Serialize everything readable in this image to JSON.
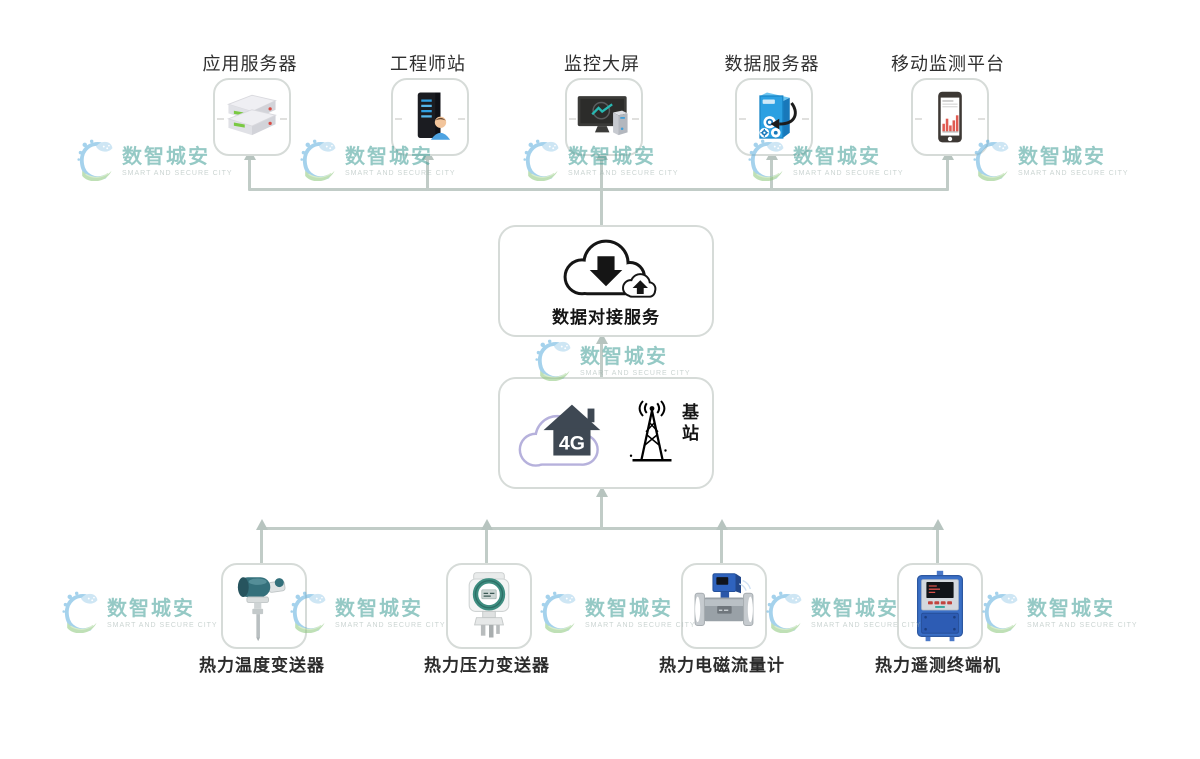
{
  "top_nodes": [
    {
      "label": "应用服务器",
      "icon": "application-server-icon"
    },
    {
      "label": "工程师站",
      "icon": "engineer-station-icon"
    },
    {
      "label": "监控大屏",
      "icon": "monitoring-screen-icon"
    },
    {
      "label": "数据服务器",
      "icon": "data-server-icon"
    },
    {
      "label": "移动监测平台",
      "icon": "mobile-platform-icon"
    }
  ],
  "cloud_service": {
    "label": "数据对接服务",
    "icon": "cloud-data-exchange-icon"
  },
  "base_station": {
    "network": "4G",
    "label": "基站",
    "icon": "cloud-4g-tower-icon"
  },
  "devices": [
    {
      "label": "热力温度变送器",
      "icon": "temperature-transmitter-image"
    },
    {
      "label": "热力压力变送器",
      "icon": "pressure-transmitter-image"
    },
    {
      "label": "热力电磁流量计",
      "icon": "electromagnetic-flowmeter-image"
    },
    {
      "label": "热力遥测终端机",
      "icon": "telemetry-terminal-image"
    }
  ],
  "watermark": {
    "text": "数智城安",
    "subtext": "SMART AND SECURE CITY"
  },
  "colors": {
    "connector_line": "#c1ccc7",
    "card_border": "#d6dbd8",
    "label_text": "#2b2b2b",
    "watermark_text": "#3f9e97",
    "station_cloud": "#b6b1dc",
    "house": "#3e4853"
  }
}
